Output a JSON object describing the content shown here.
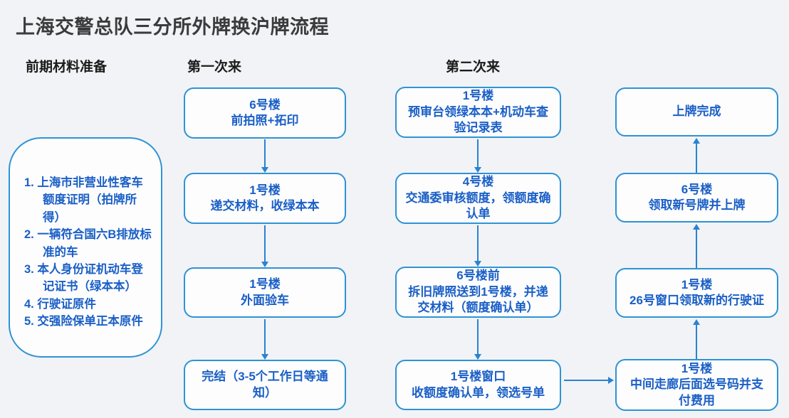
{
  "title": "上海交警总队三分所外牌换沪牌流程",
  "headers": {
    "prep": "前期材料准备",
    "first_visit": "第一次来",
    "second_visit": "第二次来"
  },
  "materials": {
    "items": [
      "1. 上海市非营业性客车额度证明（拍牌所得）",
      "2. 一辆符合国六B排放标准的车",
      "3. 本人身份证机动车登记证书（绿本本）",
      "4. 行驶证原件",
      "5. 交强险保单正本原件"
    ]
  },
  "flow": {
    "first_visit": [
      {
        "line1": "6号楼",
        "line2": "前拍照+拓印"
      },
      {
        "line1": "1号楼",
        "line2": "递交材料，收绿本本"
      },
      {
        "line1": "1号楼",
        "line2": "外面验车"
      },
      {
        "line1": "",
        "line2": "完结（3-5个工作日等通知）"
      }
    ],
    "second_visit": [
      {
        "line1": "1号楼",
        "line2": "预审台领绿本本+机动车查验记录表"
      },
      {
        "line1": "4号楼",
        "line2": "交通委审核额度，领额度确认单"
      },
      {
        "line1": "6号楼前",
        "line2": "拆旧牌照送到1号楼，并递交材料（额度确认单）"
      },
      {
        "line1": "1号楼窗口",
        "line2": "收额度确认单，领选号单"
      }
    ],
    "completion": [
      {
        "line1": "",
        "line2": "上牌完成"
      },
      {
        "line1": "6号楼",
        "line2": "领取新号牌并上牌"
      },
      {
        "line1": "1号楼",
        "line2": "26号窗口领取新的行驶证"
      },
      {
        "line1": "1号楼",
        "line2": "中间走廊后面选号码并支付费用"
      }
    ]
  },
  "colors": {
    "background": "#f1f3f6",
    "box_border": "#2e93d4",
    "box_fill": "#fdfdfe",
    "box_text": "#1a5fc6",
    "arrow": "#2b82d0",
    "title_text": "#3b3b3d",
    "header_text": "#1b1b1b"
  }
}
